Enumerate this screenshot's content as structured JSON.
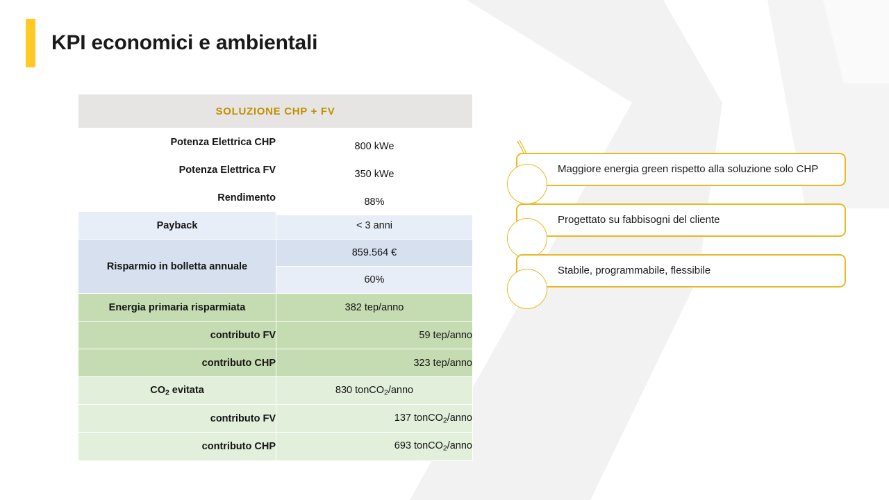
{
  "page": {
    "title": "KPI economici e ambientali",
    "accent_color": "#FFC926",
    "background_color": "#FFFFFF",
    "chevron_color": "#F2F2F2"
  },
  "table": {
    "header": "SOLUZIONE  CHP + FV",
    "header_text_color": "#BF9000",
    "header_bg_color": "#E7E5E4",
    "colors": {
      "blue_light": "#E8EEF7",
      "blue_dark": "#D6E0EF",
      "green_dark": "#C5DCB2",
      "green_light": "#E2EFDA"
    },
    "rows": [
      {
        "label": "Potenza Elettrica CHP",
        "value": "800 kWe"
      },
      {
        "label": "Potenza Elettrica FV",
        "value": "350 kWe"
      },
      {
        "label": "Rendimento",
        "value": "88%"
      },
      {
        "label": "Payback",
        "value": "< 3 anni"
      },
      {
        "label": "Risparmio in bolletta annuale",
        "value_1": "859.564 €",
        "value_2": "60%"
      },
      {
        "label": "Energia primaria risparmiata",
        "value": "382 tep/anno"
      },
      {
        "label": "contributo FV",
        "value": "59 tep/anno"
      },
      {
        "label": "contributo CHP",
        "value": "323 tep/anno"
      },
      {
        "label_pre": "CO",
        "label_sub": "2",
        "label_post": " evitata",
        "value_pre": "830 tonCO",
        "value_sub": "2",
        "value_post": "/anno"
      },
      {
        "label": "contributo FV",
        "value_pre": "137 tonCO",
        "value_sub": "2",
        "value_post": "/anno"
      },
      {
        "label": "contributo CHP",
        "value_pre": "693 tonCO",
        "value_sub": "2",
        "value_post": "/anno"
      }
    ]
  },
  "callouts": {
    "border_color": "#E8B923",
    "items": [
      {
        "text": "Maggiore energia green rispetto alla soluzione solo CHP"
      },
      {
        "text": "Progettato su fabbisogni del cliente"
      },
      {
        "text": "Stabile, programmabile, flessibile"
      }
    ]
  }
}
